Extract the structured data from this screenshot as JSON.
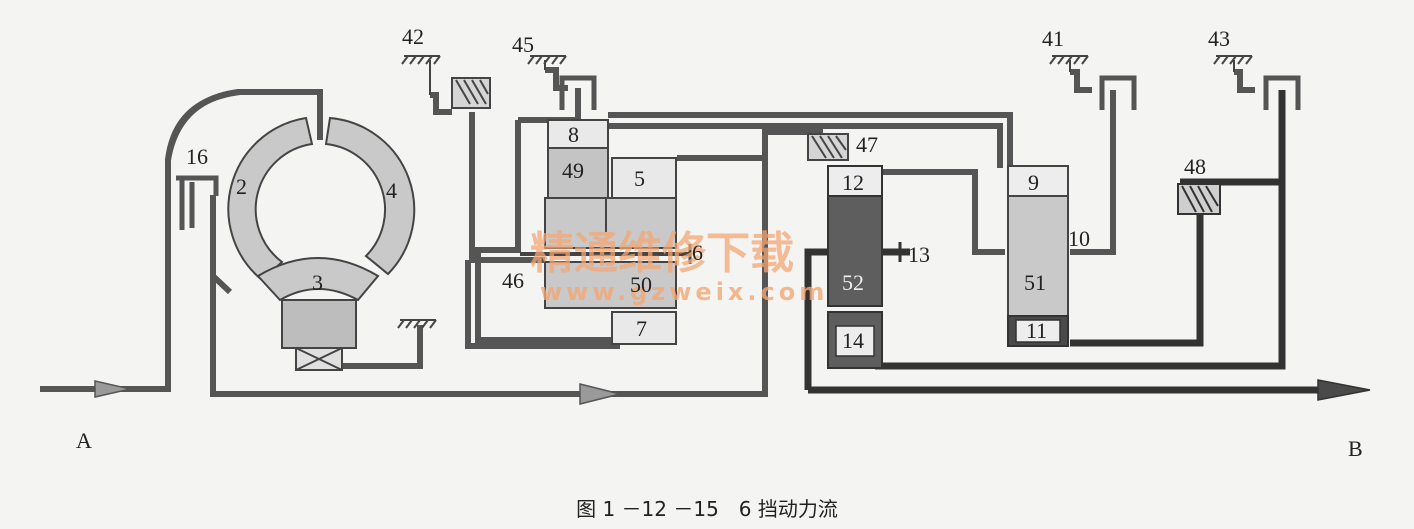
{
  "diagram": {
    "labels": {
      "n2": "2",
      "n3": "3",
      "n4": "4",
      "n5": "5",
      "n6": "6",
      "n7": "7",
      "n8": "8",
      "n9": "9",
      "n10": "10",
      "n11": "11",
      "n12": "12",
      "n13": "13",
      "n14": "14",
      "n16": "16",
      "n41": "41",
      "n42": "42",
      "n43": "43",
      "n45": "45",
      "n46": "46",
      "n47": "47",
      "n48": "48",
      "n49": "49",
      "n50": "50",
      "n51": "51",
      "n52": "52"
    },
    "input_label": "A",
    "output_label": "B",
    "watermark": {
      "title": "精通维修下载",
      "url": "www.gzweix.com"
    },
    "caption": "图 1 －12 －15　6 挡动力流"
  }
}
